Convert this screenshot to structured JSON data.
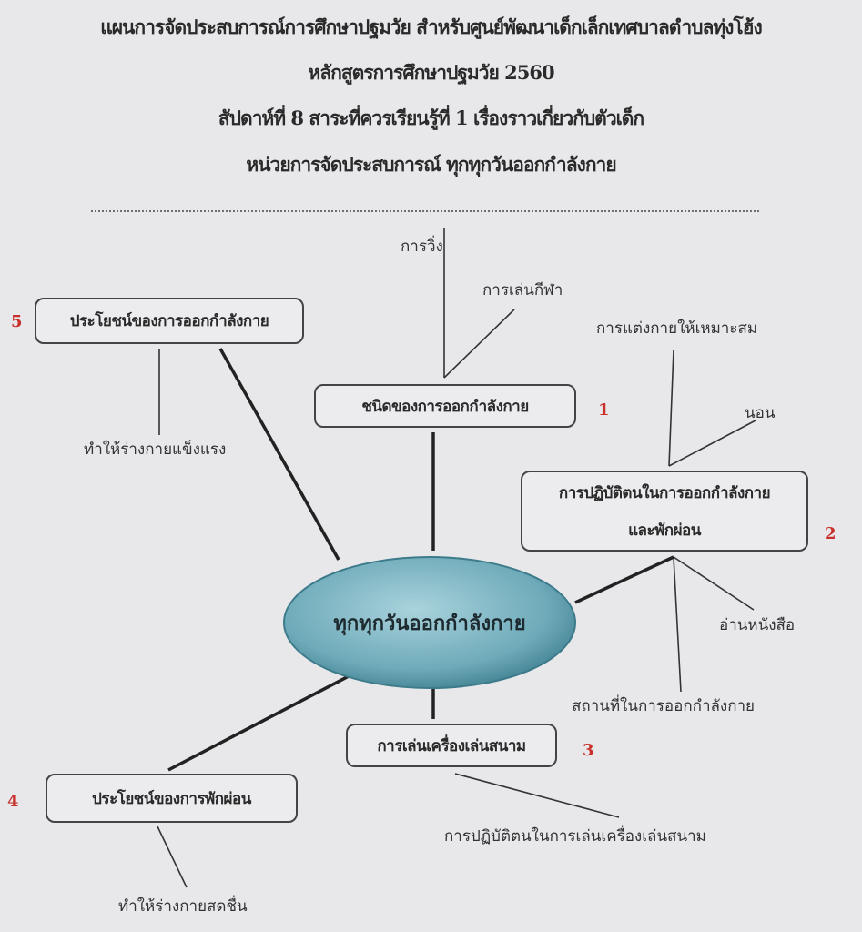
{
  "header": {
    "line1": "แผนการจัดประสบการณ์การศึกษาปฐมวัย  สำหรับศูนย์พัฒนาเด็กเล็กเทศบาลตำบลทุ่งโฮ้ง",
    "line2": "หลักสูตรการศึกษาปฐมวัย 2560",
    "line3": "สัปดาห์ที่  8   สาระที่ควรเรียนรู้ที่ 1 เรื่องราวเกี่ยวกับตัวเด็ก",
    "line4": "หน่วยการจัดประสบการณ์  ทุกทุกวันออกกำลังกาย"
  },
  "mindmap": {
    "center": "ทุกทุกวันออกกำลังกาย",
    "branches": [
      {
        "number": "1",
        "label": "ชนิดของการออกกำลังกาย",
        "leaves": [
          "การวิ่ง",
          "การเล่นกีฬา"
        ]
      },
      {
        "number": "2",
        "label_line1": "การปฏิบัติตนในการออกกำลังกาย",
        "label_line2": "และพักผ่อน",
        "leaves": [
          "การแต่งกายให้เหมาะสม",
          "นอน",
          "อ่านหนังสือ",
          "สถานที่ในการออกกำลังกาย"
        ]
      },
      {
        "number": "3",
        "label": "การเล่นเครื่องเล่นสนาม",
        "leaves": [
          "การปฏิบัติตนในการเล่นเครื่องเล่นสนาม"
        ]
      },
      {
        "number": "4",
        "label": "ประโยชน์ของการพักผ่อน",
        "leaves": [
          "ทำให้ร่างกายสดชื่น"
        ]
      },
      {
        "number": "5",
        "label": "ประโยชน์ของการออกกำลังกาย",
        "leaves": [
          "ทำให้ร่างกายแข็งแรง"
        ]
      }
    ]
  },
  "colors": {
    "number": "#c8302c",
    "ellipse": "#5f9fb0"
  }
}
